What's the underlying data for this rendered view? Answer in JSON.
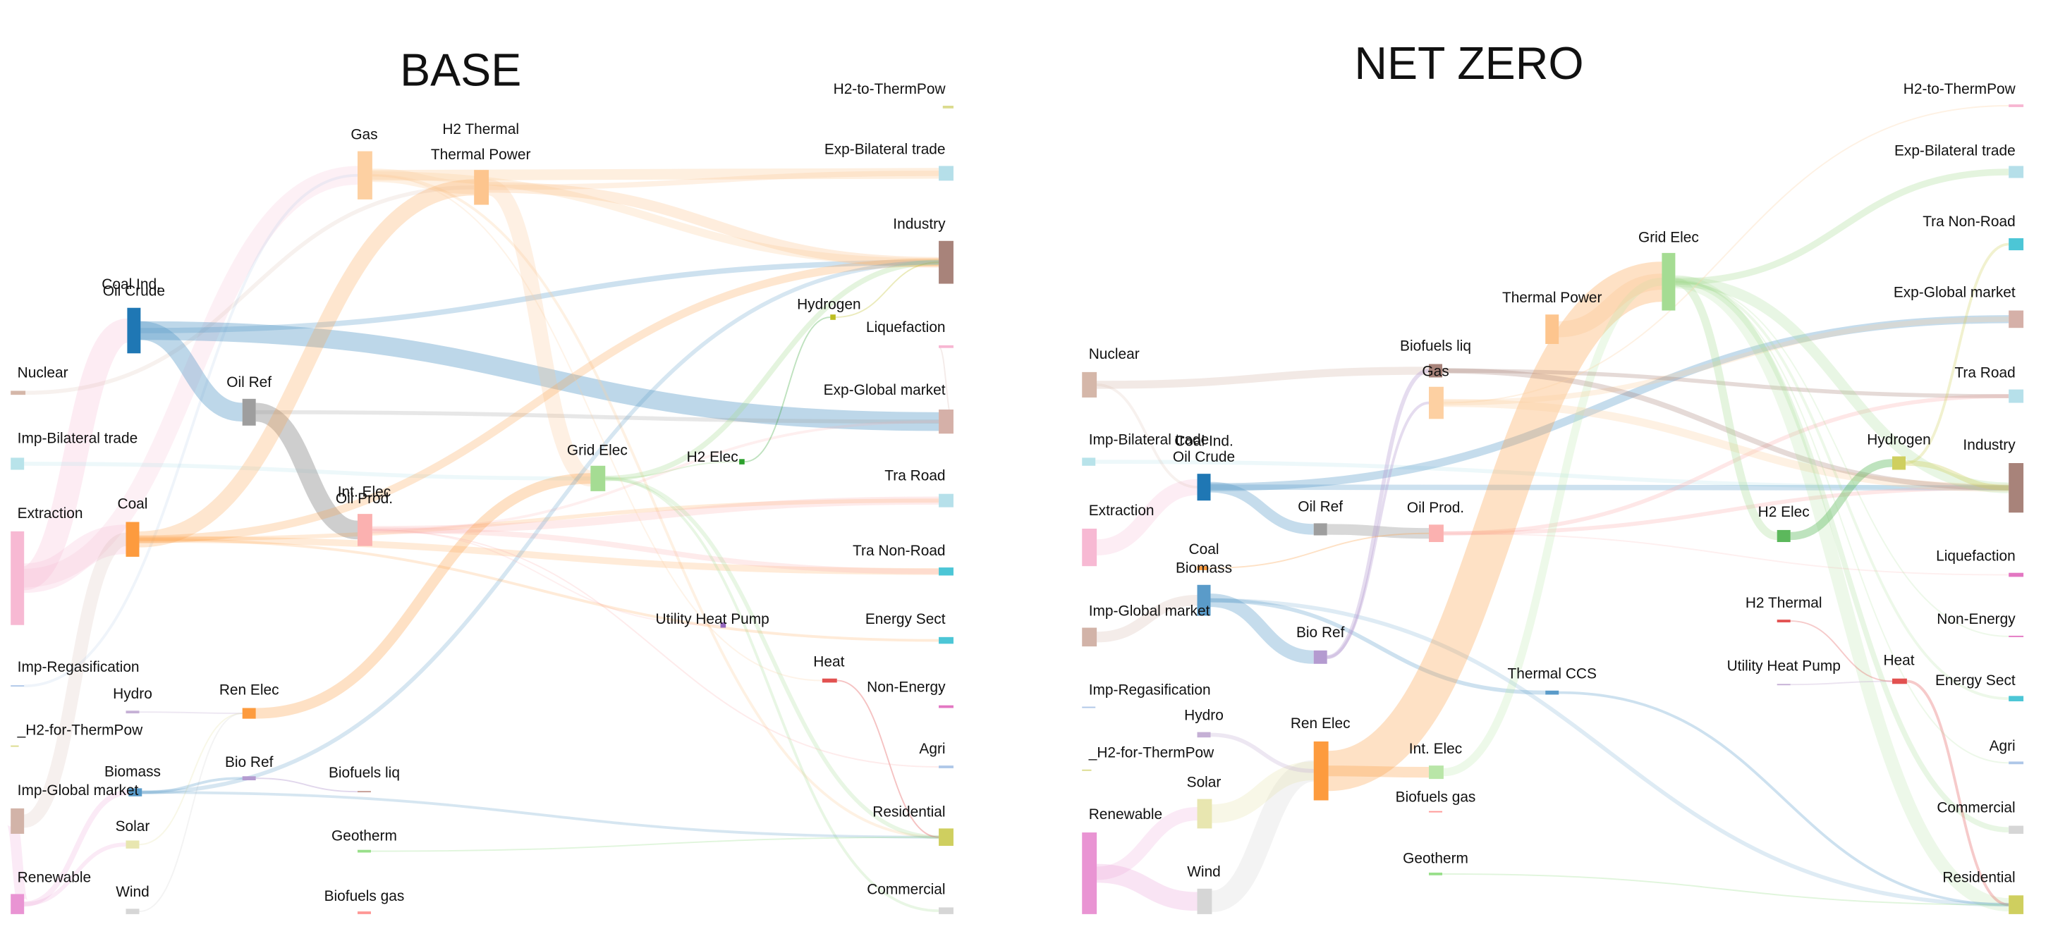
{
  "panels": [
    {
      "title": "BASE",
      "nodes": [
        {
          "label": "Gas",
          "color": "#fdd0a2"
        },
        {
          "label": "H2 Thermal",
          "color": "#d6616b"
        },
        {
          "label": "Thermal Power",
          "color": "#fdc58e"
        },
        {
          "label": "H2-to-ThermPow",
          "color": "#dbdb8d"
        },
        {
          "label": "Exp-Bilateral trade",
          "color": "#b5dfe9"
        },
        {
          "label": "Industry",
          "color": "#a8837a"
        },
        {
          "label": "Coal Ind.",
          "color": "#1f77b4"
        },
        {
          "label": "Oil Crude",
          "color": "#5a9bc9"
        },
        {
          "label": "Hydrogen",
          "color": "#bcbd22"
        },
        {
          "label": "Liquefaction",
          "color": "#f7b6d2"
        },
        {
          "label": "Nuclear",
          "color": "#d5b7a9"
        },
        {
          "label": "Oil Ref",
          "color": "#9e9e9e"
        },
        {
          "label": "Exp-Global market",
          "color": "#d5b0a8"
        },
        {
          "label": "Imp-Bilateral trade",
          "color": "#b8e3ea"
        },
        {
          "label": "Grid Elec",
          "color": "#a5dc93"
        },
        {
          "label": "H2 Elec",
          "color": "#2ca02c"
        },
        {
          "label": "Extraction",
          "color": "#f7b9d3"
        },
        {
          "label": "Coal",
          "color": "#fd9b3e"
        },
        {
          "label": "Int. Elec",
          "color": "#c7e9c0"
        },
        {
          "label": "Oil Prod.",
          "color": "#fbb1b0"
        },
        {
          "label": "Tra Road",
          "color": "#b6e0ea"
        },
        {
          "label": "Tra Non-Road",
          "color": "#4cc6d6"
        },
        {
          "label": "Utility Heat Pump",
          "color": "#9467bd"
        },
        {
          "label": "Energy Sect",
          "color": "#4cc6d6"
        },
        {
          "label": "Heat",
          "color": "#e25150"
        },
        {
          "label": "Imp-Regasification",
          "color": "#aec7e8"
        },
        {
          "label": "Hydro",
          "color": "#c5b0d5"
        },
        {
          "label": "Ren Elec",
          "color": "#fd9b3e"
        },
        {
          "label": "Non-Energy",
          "color": "#e377c2"
        },
        {
          "label": "_H2-for-ThermPow",
          "color": "#dbdb8d"
        },
        {
          "label": "Biomass",
          "color": "#5a9bc9"
        },
        {
          "label": "Bio Ref",
          "color": "#b49bd0"
        },
        {
          "label": "Biofuels liq",
          "color": "#c49c94"
        },
        {
          "label": "Agri",
          "color": "#aec7e8"
        },
        {
          "label": "Imp-Global market",
          "color": "#d2b3a8"
        },
        {
          "label": "Solar",
          "color": "#e8e6b0"
        },
        {
          "label": "Geotherm",
          "color": "#98df8a"
        },
        {
          "label": "Residential",
          "color": "#cfcf5f"
        },
        {
          "label": "Renewable",
          "color": "#e994d3"
        },
        {
          "label": "Wind",
          "color": "#d6d6d6"
        },
        {
          "label": "Biofuels gas",
          "color": "#ff9896"
        },
        {
          "label": "Commercial",
          "color": "#d6d6d6"
        }
      ]
    },
    {
      "title": "NET ZERO",
      "nodes": [
        {
          "label": "H2-to-ThermPow",
          "color": "#f7b6d2"
        },
        {
          "label": "Exp-Bilateral trade",
          "color": "#b5dfe9"
        },
        {
          "label": "Tra Non-Road",
          "color": "#4cc6d6"
        },
        {
          "label": "Grid Elec",
          "color": "#a5dc93"
        },
        {
          "label": "Exp-Global market",
          "color": "#d5b0a8"
        },
        {
          "label": "Thermal Power",
          "color": "#fdc58e"
        },
        {
          "label": "Nuclear",
          "color": "#d5b7a9"
        },
        {
          "label": "Biofuels liq",
          "color": "#a8837a"
        },
        {
          "label": "Gas",
          "color": "#fdd0a2"
        },
        {
          "label": "Tra Road",
          "color": "#b6e0ea"
        },
        {
          "label": "Imp-Bilateral trade",
          "color": "#b8e3ea"
        },
        {
          "label": "Coal Ind.",
          "color": "#1f77b4"
        },
        {
          "label": "Oil Crude",
          "color": "#5a9bc9"
        },
        {
          "label": "Hydrogen",
          "color": "#cfcf5f"
        },
        {
          "label": "Industry",
          "color": "#a8837a"
        },
        {
          "label": "Extraction",
          "color": "#f7b9d3"
        },
        {
          "label": "Oil Ref",
          "color": "#9e9e9e"
        },
        {
          "label": "Oil Prod.",
          "color": "#fbb1b0"
        },
        {
          "label": "H2 Elec",
          "color": "#5cb85c"
        },
        {
          "label": "Coal",
          "color": "#fd9b3e"
        },
        {
          "label": "Biomass",
          "color": "#5a9bc9"
        },
        {
          "label": "Liquefaction",
          "color": "#e377c2"
        },
        {
          "label": "Imp-Global market",
          "color": "#d2b3a8"
        },
        {
          "label": "H2 Thermal",
          "color": "#e25150"
        },
        {
          "label": "Non-Energy",
          "color": "#e377c2"
        },
        {
          "label": "Bio Ref",
          "color": "#b49bd0"
        },
        {
          "label": "Utility Heat Pump",
          "color": "#c5b0d5"
        },
        {
          "label": "Heat",
          "color": "#e25150"
        },
        {
          "label": "Thermal CCS",
          "color": "#5a9bc9"
        },
        {
          "label": "Energy Sect",
          "color": "#4cc6d6"
        },
        {
          "label": "Imp-Regasification",
          "color": "#aec7e8"
        },
        {
          "label": "Hydro",
          "color": "#c5b0d5"
        },
        {
          "label": "Ren Elec",
          "color": "#fd9b3e"
        },
        {
          "label": "Agri",
          "color": "#aec7e8"
        },
        {
          "label": "_H2-for-ThermPow",
          "color": "#dbdb8d"
        },
        {
          "label": "Int. Elec",
          "color": "#b9e6a8"
        },
        {
          "label": "Solar",
          "color": "#e8e6b0"
        },
        {
          "label": "Biofuels gas",
          "color": "#ff9896"
        },
        {
          "label": "Commercial",
          "color": "#d6d6d6"
        },
        {
          "label": "Renewable",
          "color": "#e994d3"
        },
        {
          "label": "Geotherm",
          "color": "#98df8a"
        },
        {
          "label": "Residential",
          "color": "#cfcf5f"
        },
        {
          "label": "Wind",
          "color": "#d6d6d6"
        }
      ]
    }
  ]
}
